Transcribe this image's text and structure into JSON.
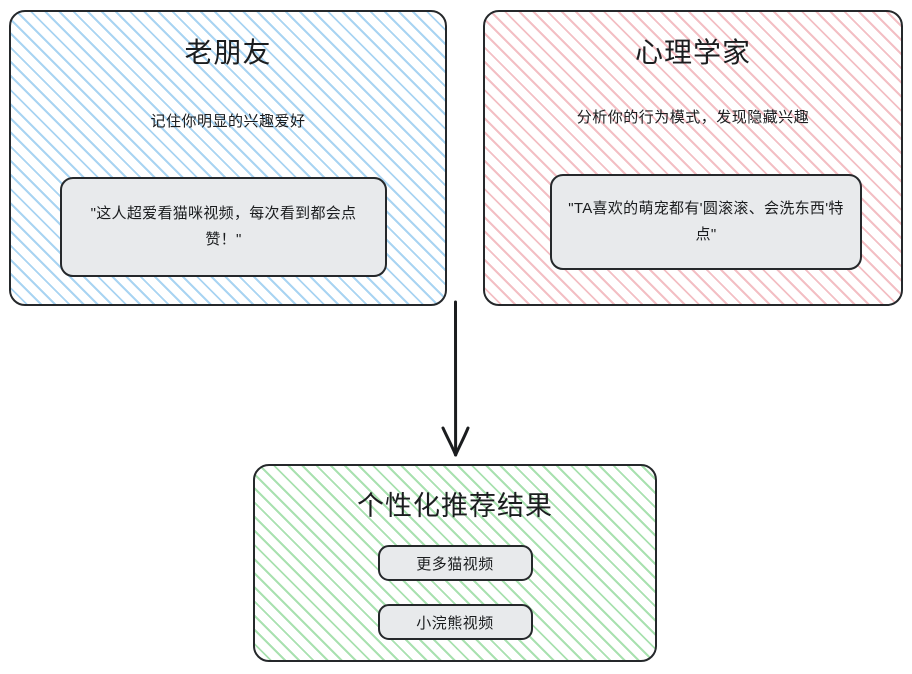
{
  "diagram": {
    "type": "flowchart",
    "direction": "top-down",
    "background": "#ffffff",
    "stroke_color": "#25282b"
  },
  "nodes": {
    "old_friend": {
      "title": "老朋友",
      "subtitle": "记住你明显的兴趣爱好",
      "quote": "\"这人超爱看猫咪视频，每次看到都会点赞！\"",
      "fill_color": "#a9d4f2",
      "hatch": "diagonal-45"
    },
    "psychologist": {
      "title": "心理学家",
      "subtitle": "分析你的行为模式，发现隐藏兴趣",
      "quote": "\"TA喜欢的萌宠都有'圆滚滚、会洗东西'特点\"",
      "fill_color": "#f3bfc4",
      "hatch": "diagonal-45"
    },
    "result": {
      "title": "个性化推荐结果",
      "fill_color": "#a9e1b0",
      "hatch": "diagonal-45",
      "pills": [
        {
          "label": "更多猫视频"
        },
        {
          "label": "小浣熊视频"
        }
      ]
    }
  },
  "connectors": [
    {
      "name": "merge-arrow",
      "from": "old_friend+psychologist",
      "to": "result",
      "style": "solid",
      "arrowhead": "open-v"
    }
  ]
}
